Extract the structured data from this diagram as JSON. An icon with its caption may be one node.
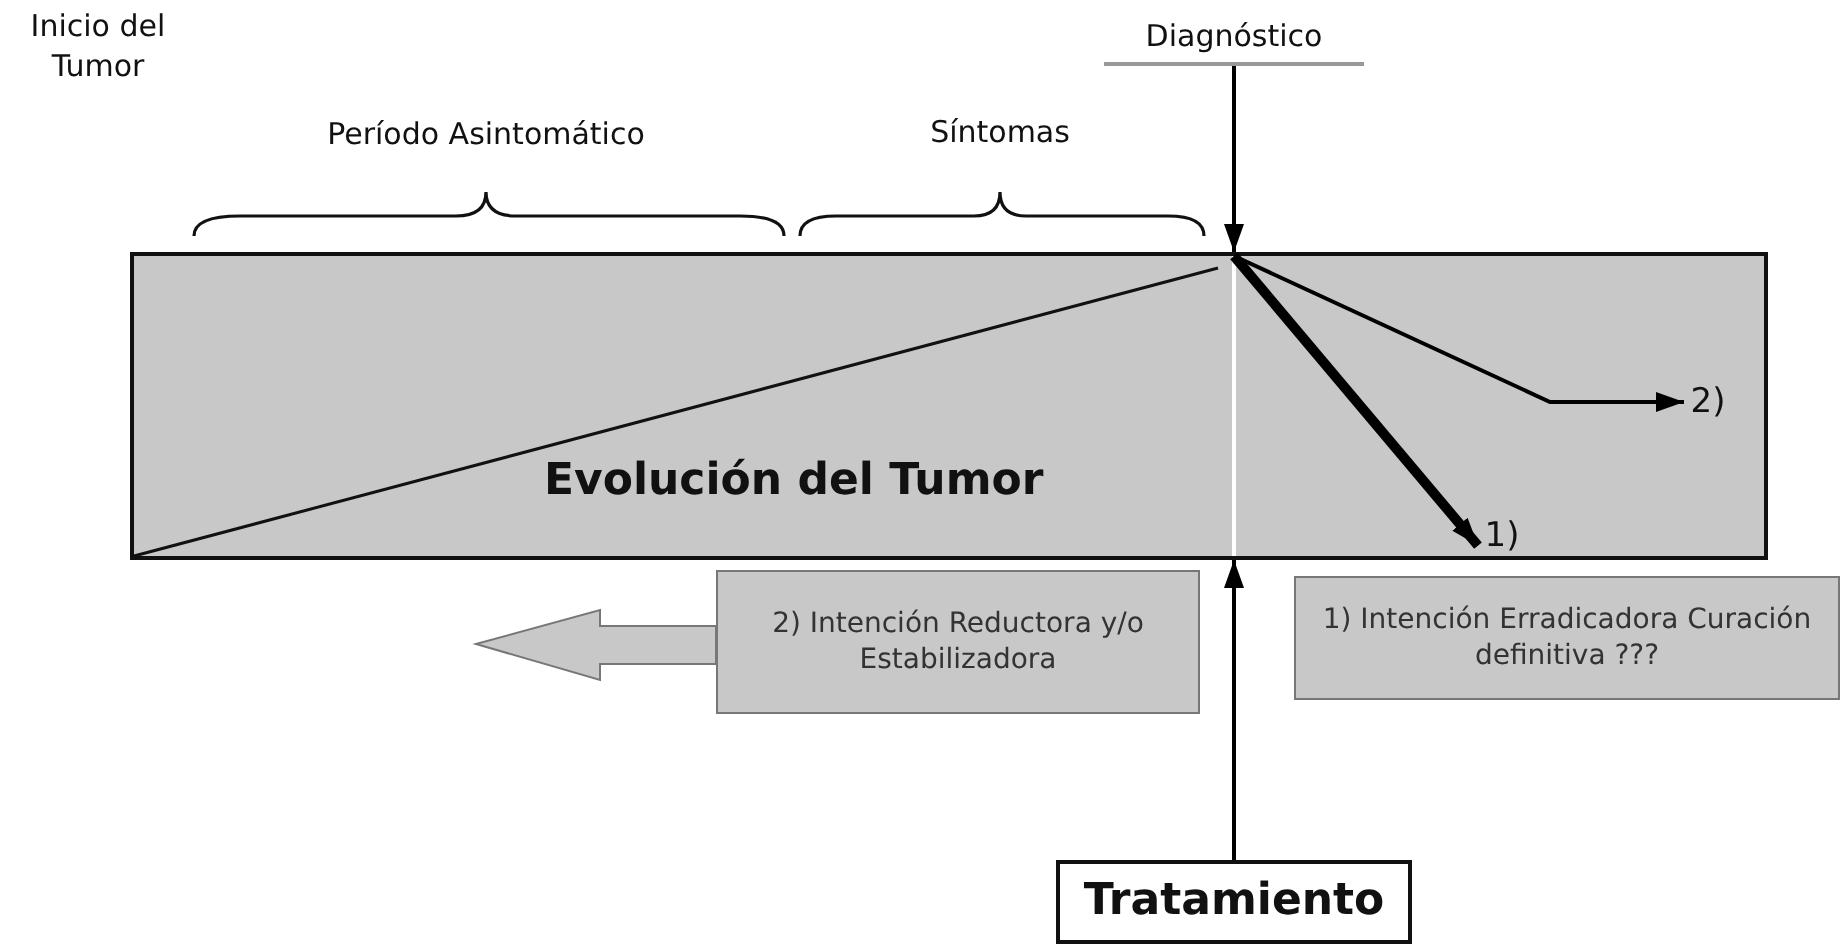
{
  "diagram": {
    "nodes": [
      {
        "text": [
          "Evolución del Tumor"
        ]
      },
      {
        "text": [
          "Diagnóstico"
        ]
      },
      {
        "text": [
          "Tratamiento"
        ]
      },
      {
        "text": [
          "2) Intención Reductora y/o Estabilizadora"
        ]
      },
      {
        "text": [
          "1) Intención Erradicadora Curación definitiva ???"
        ]
      },
      {
        "text": [
          "1)"
        ],
        "in": 0
      },
      {
        "text": [
          "2)"
        ],
        "in": 0
      }
    ],
    "edges": [
      {
        "from": 1,
        "to": 0,
        "arrow": "to"
      },
      {
        "from": 2,
        "to": 0,
        "arrow": "to"
      },
      {
        "from": null,
        "to": 5,
        "arrow": "to",
        "style": "thick"
      },
      {
        "from": null,
        "to": 6,
        "arrow": "to"
      }
    ],
    "labels": [
      "Inicio del Tumor",
      "Período Asintomático",
      "Síntomas"
    ]
  }
}
